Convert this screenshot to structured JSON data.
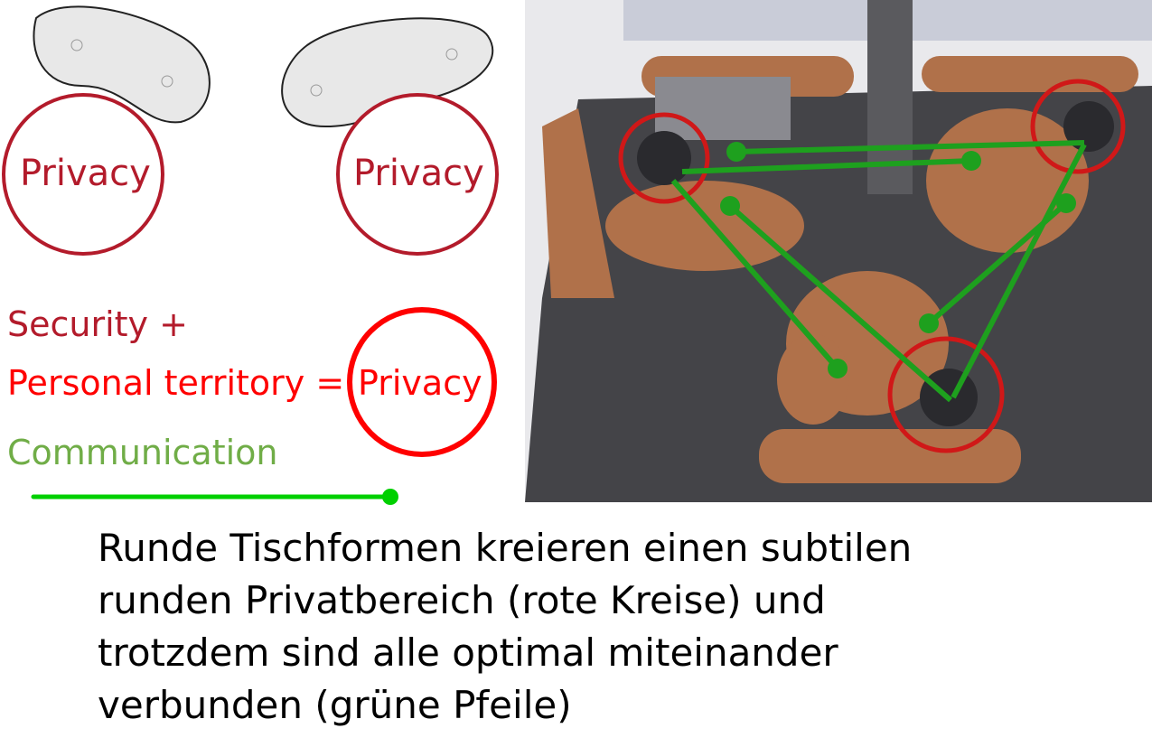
{
  "privacy_top_left": "Privacy",
  "privacy_top_right": "Privacy",
  "equation": {
    "security": "Security +",
    "personal_territory": "Personal territory =",
    "privacy": "Privacy",
    "communication": "Communication"
  },
  "caption": [
    "Runde Tischformen kreieren einen subtilen",
    "runden Privatbereich (rote Kreise) und",
    "trotzdem sind alle optimal miteinander",
    "verbunden (grüne Pfeile)"
  ],
  "colors": {
    "dark_red": "#b31b2b",
    "red": "#ff0000",
    "green_text": "#70ad47",
    "green_line": "#00d000",
    "photo_green": "#1ea01e"
  }
}
